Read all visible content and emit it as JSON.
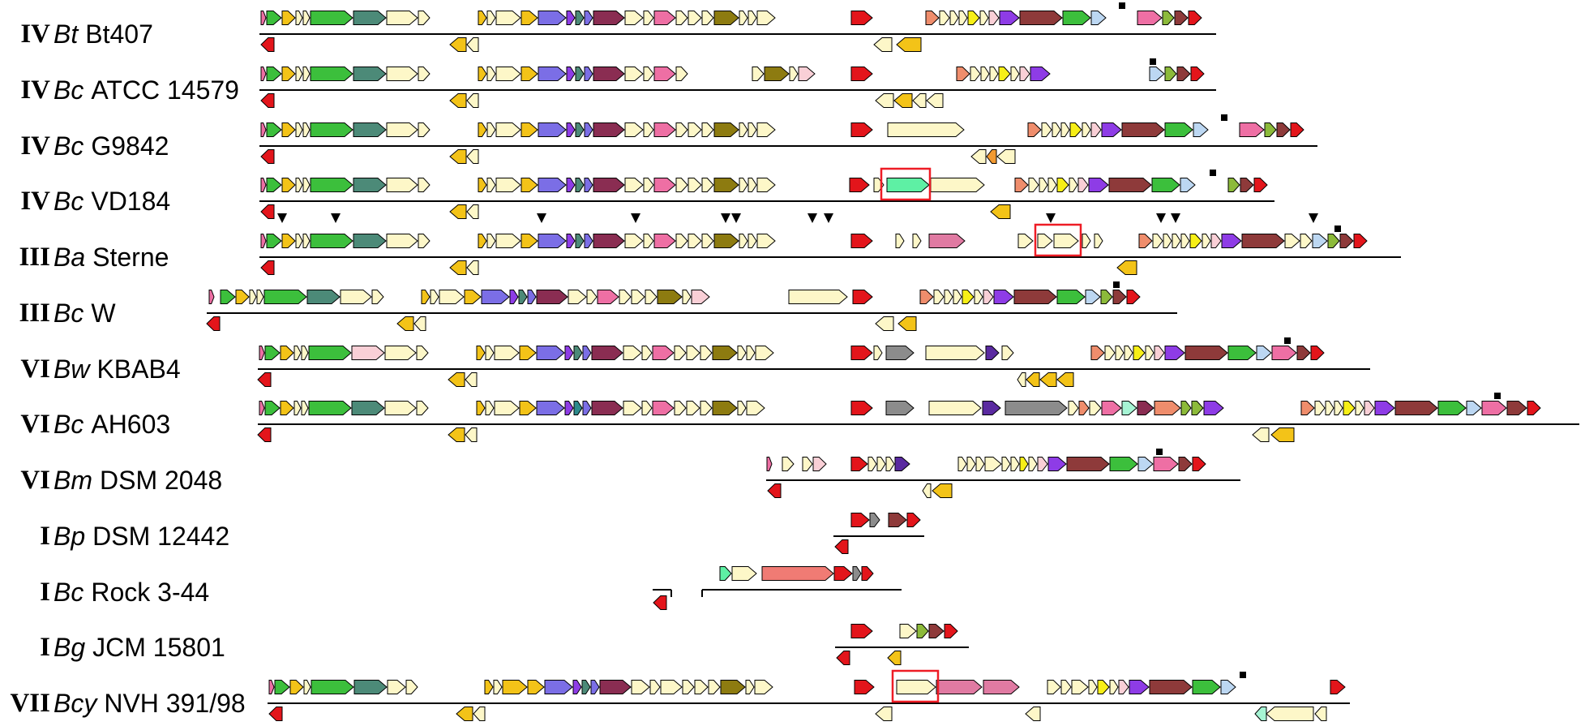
{
  "colors": {
    "green": "#3cbf3c",
    "yellow": "#f3c318",
    "cream": "#fdf7c8",
    "teal": "#4c8a78",
    "blue": "#7b6ee6",
    "maroon": "#8a2d52",
    "pink": "#ee6fa4",
    "lightpink": "#f9cfd6",
    "olive": "#8d7b10",
    "red": "#e3151b",
    "salmon": "#ef8d6c",
    "lemon": "#f7ef17",
    "purple": "#8e3ce6",
    "brown": "#8e3a3a",
    "lightblue": "#bcd7f2",
    "lime": "#8cba3a",
    "darkred": "#9b3030",
    "mint": "#5ef0a4",
    "rose": "#e07aa2",
    "gray": "#8c8c8c",
    "indigo": "#5a2aa0",
    "salmonred": "#f07b74",
    "orange": "#f29a32",
    "darkteal": "#2d8a8c",
    "paleaqua": "#a6f4d4",
    "highlight": "#ee1c25"
  },
  "rows": [
    {
      "clade": "IV",
      "genus": "Bt",
      "strain": "Bt407"
    },
    {
      "clade": "IV",
      "genus": "Bc",
      "strain": "ATCC 14579"
    },
    {
      "clade": "IV",
      "genus": "Bc",
      "strain": "G9842"
    },
    {
      "clade": "IV",
      "genus": "Bc",
      "strain": "VD184"
    },
    {
      "clade": "III",
      "genus": "Ba",
      "strain": "Sterne"
    },
    {
      "clade": "III",
      "genus": "Bc",
      "strain": "W"
    },
    {
      "clade": "VI",
      "genus": "Bw",
      "strain": "KBAB4"
    },
    {
      "clade": "VI",
      "genus": "Bc",
      "strain": "AH603"
    },
    {
      "clade": "VI",
      "genus": "Bm",
      "strain": "DSM 2048"
    },
    {
      "clade": "I",
      "genus": "Bp",
      "strain": "DSM 12442"
    },
    {
      "clade": "I",
      "genus": "Bc",
      "strain": "Rock 3-44"
    },
    {
      "clade": "I",
      "genus": "Bg",
      "strain": "JCM 15801"
    },
    {
      "clade": "VII",
      "genus": "Bcy",
      "strain": "NVH 391/98"
    }
  ]
}
